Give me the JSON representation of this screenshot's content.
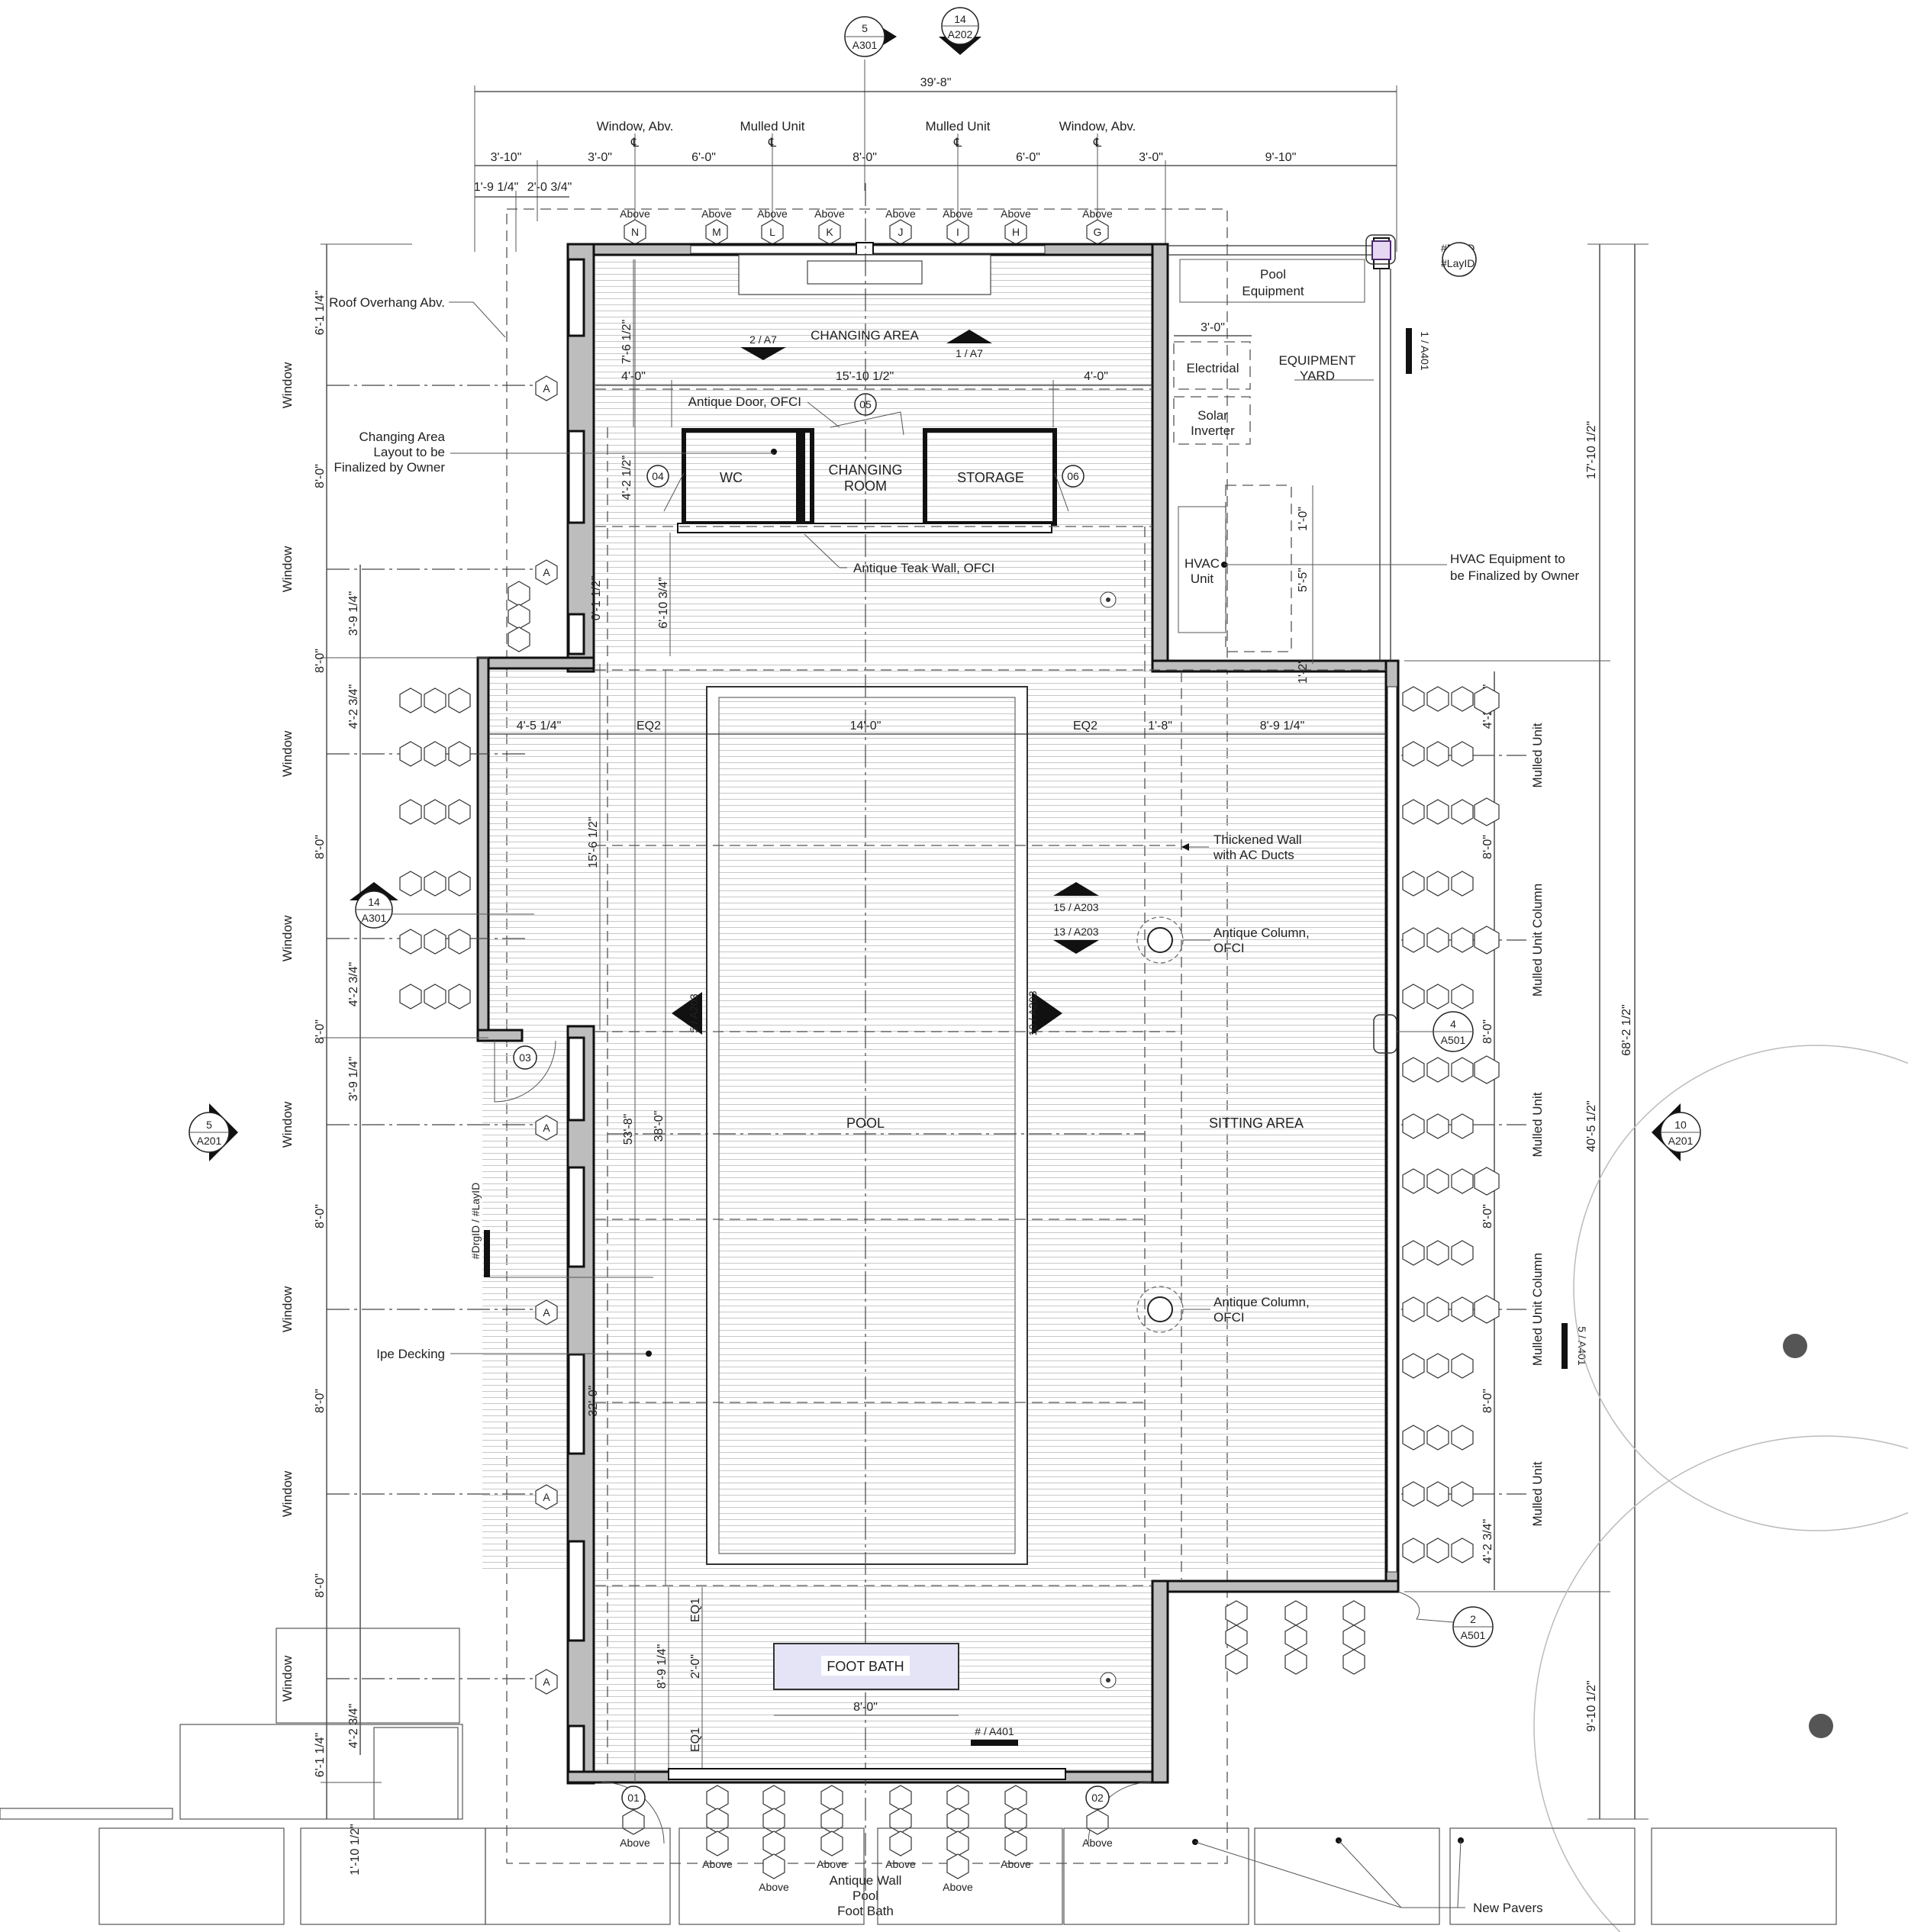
{
  "grid_labels": {
    "window_abv": "Window, Abv.",
    "mulled_unit": "Mulled Unit",
    "window": "Window",
    "mulled_unit_column": "Mulled Unit Column",
    "centerline": "℄",
    "above": "Above"
  },
  "top_dims": {
    "overall": "39'-8\"",
    "d1": "3'-10\"",
    "d2": "3'-0\"",
    "d3": "6'-0\"",
    "d4": "8'-0\"",
    "d5": "6'-0\"",
    "d6": "3'-0\"",
    "d7": "9'-10\"",
    "s1": "1'-9 1/4\"",
    "s2": "2'-0 3/4\""
  },
  "left_dims": [
    "6'-1 1/4\"",
    "8'-0\"",
    "8'-0\"",
    "8'-0\"",
    "8'-0\"",
    "8'-0\"",
    "8'-0\"",
    "8'-0\"",
    "6'-1 1/4\"",
    "1'-10 1/2\""
  ],
  "left_sub_dims": [
    "3'-9 1/4\"",
    "4'-2 3/4\"",
    "4'-2 3/4\"",
    "3'-9 1/4\"",
    "4'-2 3/4\""
  ],
  "right_dims": {
    "a": "17'-10 1/2\"",
    "b": "40'-5 1/2\"",
    "c": "68'-2 1/2\"",
    "d": "9'-10 1/2\"",
    "e": "4'-2 3/4\"",
    "f": "8'-0\"",
    "g": "8'-0\"",
    "h": "8'-0\"",
    "i": "8'-0\"",
    "j": "4'-2 3/4\""
  },
  "interior_dims": {
    "i1": "4'-0\"",
    "i2": "15'-10 1/2\"",
    "i3": "4'-0\"",
    "i4": "7'-6 1/2\"",
    "i5": "4'-2 1/2\"",
    "i6": "6'-10 3/4\"",
    "i7": "0'-1 1/2\"",
    "i8": "4'-5 1/4\"",
    "i9": "EQ2",
    "i10": "14'-0\"",
    "i11": "EQ2",
    "i12": "1'-8\"",
    "i13": "8'-9 1/4\"",
    "i14": "15'-6 1/2\"",
    "i15": "53'-8\"",
    "i16": "38'-0\"",
    "i17": "32'-0\"",
    "i18": "EQ1",
    "i19": "2'-0\"",
    "i20": "8'-9 1/4\"",
    "i21": "8'-0\"",
    "i22": "EQ1",
    "i23": "3'-0\"",
    "i24": "1'-0\"",
    "i25": "5'-5\"",
    "i26": "1'-2\""
  },
  "rooms": {
    "changing_area": "CHANGING AREA",
    "wc": "WC",
    "changing_room_1": "CHANGING",
    "changing_room_2": "ROOM",
    "storage": "STORAGE",
    "pool": "POOL",
    "sitting_area": "SITTING AREA",
    "foot_bath": "FOOT BATH",
    "equipment_yard_1": "EQUIPMENT",
    "equipment_yard_2": "YARD",
    "pool_equipment_1": "Pool",
    "pool_equipment_2": "Equipment",
    "electrical": "Electrical",
    "solar_1": "Solar",
    "solar_2": "Inverter",
    "hvac_1": "HVAC",
    "hvac_2": "Unit"
  },
  "notes": {
    "roof_overhang": "Roof Overhang Abv.",
    "changing_layout_1": "Changing Area",
    "changing_layout_2": "Layout to be",
    "changing_layout_3": "Finalized by Owner",
    "antique_door": "Antique Door, OFCI",
    "antique_teak": "Antique Teak Wall, OFCI",
    "hvac_equip_1": "HVAC Equipment to",
    "hvac_equip_2": "be Finalized by Owner",
    "thickened_1": "Thickened Wall",
    "thickened_2": "with AC Ducts",
    "antique_col_1": "Antique Column,",
    "antique_col_2": "OFCI",
    "ipe": "Ipe Decking",
    "new_pavers": "New Pavers",
    "aw_1": "Antique Wall",
    "aw_2": "Pool",
    "aw_3": "Foot Bath",
    "drgid": "#DrgID",
    "layid": "#LayID",
    "drg_lay": "#DrgID / #LayID"
  },
  "refs": {
    "r_5_a301_n": "5",
    "r_5_a301_s": "A301",
    "r_14_a202_n": "14",
    "r_14_a202_s": "A202",
    "r_2a7": "2 / A7",
    "r_1a7": "1 / A7",
    "r_1a401": "1 / A401",
    "r_14_a301_n": "14",
    "r_14_a301_s": "A301",
    "r_15a203": "15 / A203",
    "r_13a203": "13 / A203",
    "r_5a203": "5 / A203",
    "r_10a203": "10 / A203",
    "r_4_a501_n": "4",
    "r_4_a501_s": "A501",
    "r_5_a201_n": "5",
    "r_5_a201_s": "A201",
    "r_10_a201_n": "10",
    "r_10_a201_s": "A201",
    "r_5a401": "5 / A401",
    "r_2_a501_n": "2",
    "r_2_a501_s": "A501",
    "r_ha401": "# / A401"
  },
  "doors": {
    "d01": "01",
    "d02": "02",
    "d03": "03",
    "d04": "04",
    "d05": "05",
    "d06": "06"
  },
  "top_tags": [
    "N",
    "M",
    "L",
    "K",
    "J",
    "I",
    "H",
    "G"
  ],
  "left_grid_tag": "A"
}
